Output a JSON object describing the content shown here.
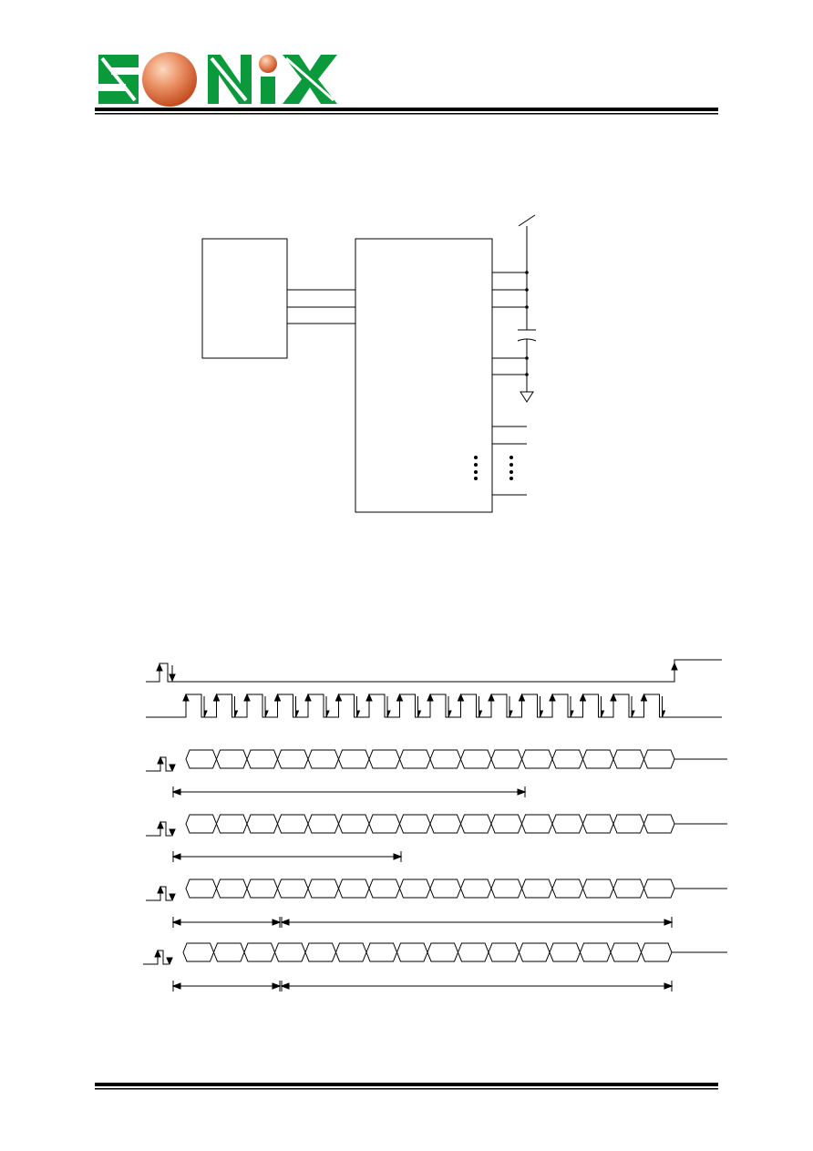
{
  "header": {
    "logo_text": "SONiX",
    "logo_green": "#0a9a3c",
    "logo_ball": "#e0703c"
  },
  "block_diagram": {
    "left_block": {
      "bus_lines": 3
    },
    "main_block": {
      "pin_groups": [
        "vdd",
        "cap",
        "vss",
        "io"
      ]
    },
    "icons": [
      "power-rail-icon",
      "capacitor-icon",
      "ground-icon",
      "ellipsis-dots-icon"
    ]
  },
  "timing_diagram": {
    "signals": [
      {
        "kind": "frame-pulse"
      },
      {
        "kind": "clock"
      },
      {
        "kind": "data",
        "arrows": [
          "single"
        ]
      },
      {
        "kind": "data",
        "arrows": [
          "single"
        ]
      },
      {
        "kind": "data",
        "arrows": [
          "split"
        ]
      },
      {
        "kind": "data",
        "arrows": [
          "split"
        ]
      }
    ],
    "data_cells_per_row": 16
  }
}
